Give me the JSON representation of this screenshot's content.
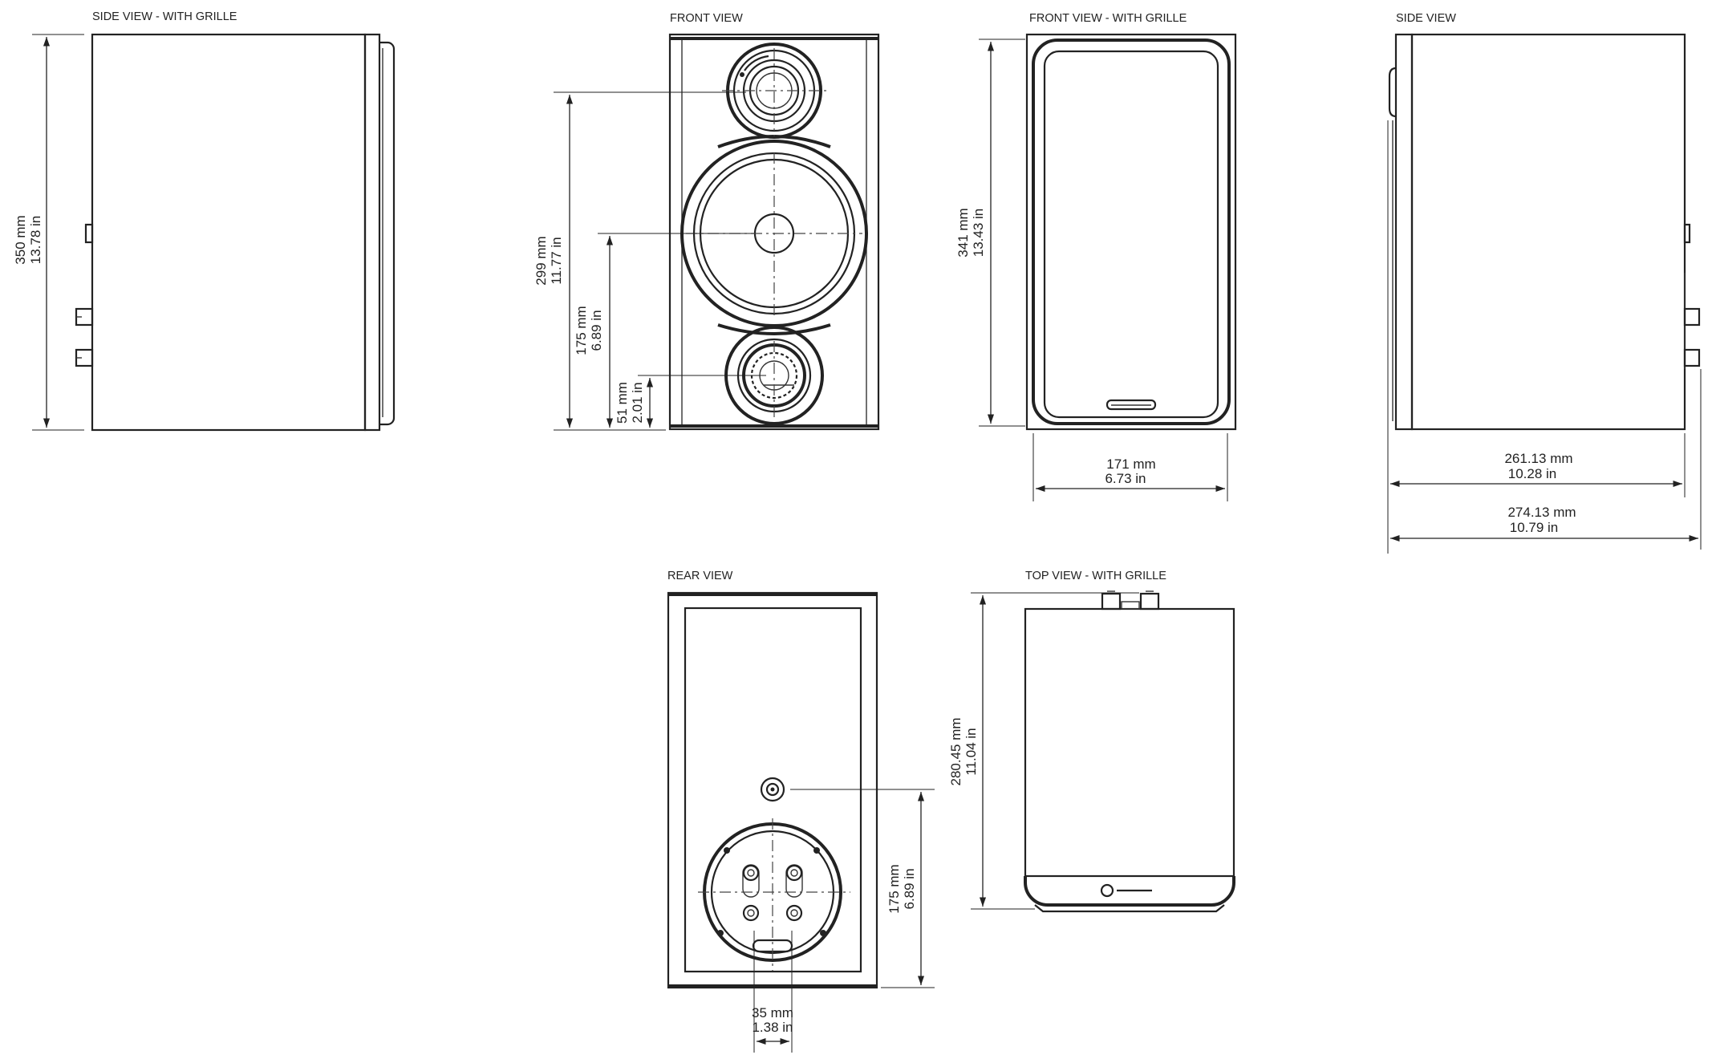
{
  "views": {
    "side_with_grille": {
      "title": "SIDE VIEW - WITH GRILLE",
      "height_mm": "350 mm",
      "height_in": "13.78 in"
    },
    "front": {
      "title": "FRONT VIEW",
      "tweeter_mm": "299 mm",
      "tweeter_in": "11.77 in",
      "mid_mm": "175 mm",
      "mid_in": "6.89 in",
      "port_mm": "51 mm",
      "port_in": "2.01 in"
    },
    "front_with_grille": {
      "title": "FRONT VIEW - WITH GRILLE",
      "height_mm": "341 mm",
      "height_in": "13.43 in",
      "width_mm": "171 mm",
      "width_in": "6.73 in"
    },
    "side": {
      "title": "SIDE VIEW",
      "depth_mm": "261.13 mm",
      "depth_in": "10.28 in",
      "depth_total_mm": "274.13 mm",
      "depth_total_in": "10.79 in"
    },
    "rear": {
      "title": "REAR VIEW",
      "height_mm": "175 mm",
      "height_in": "6.89 in",
      "offset_mm": "35 mm",
      "offset_in": "1.38 in"
    },
    "top_with_grille": {
      "title": "TOP VIEW - WITH GRILLE",
      "depth_mm": "280.45 mm",
      "depth_in": "11.04 in"
    }
  },
  "colors": {
    "line": "#222222",
    "background": "#ffffff"
  }
}
